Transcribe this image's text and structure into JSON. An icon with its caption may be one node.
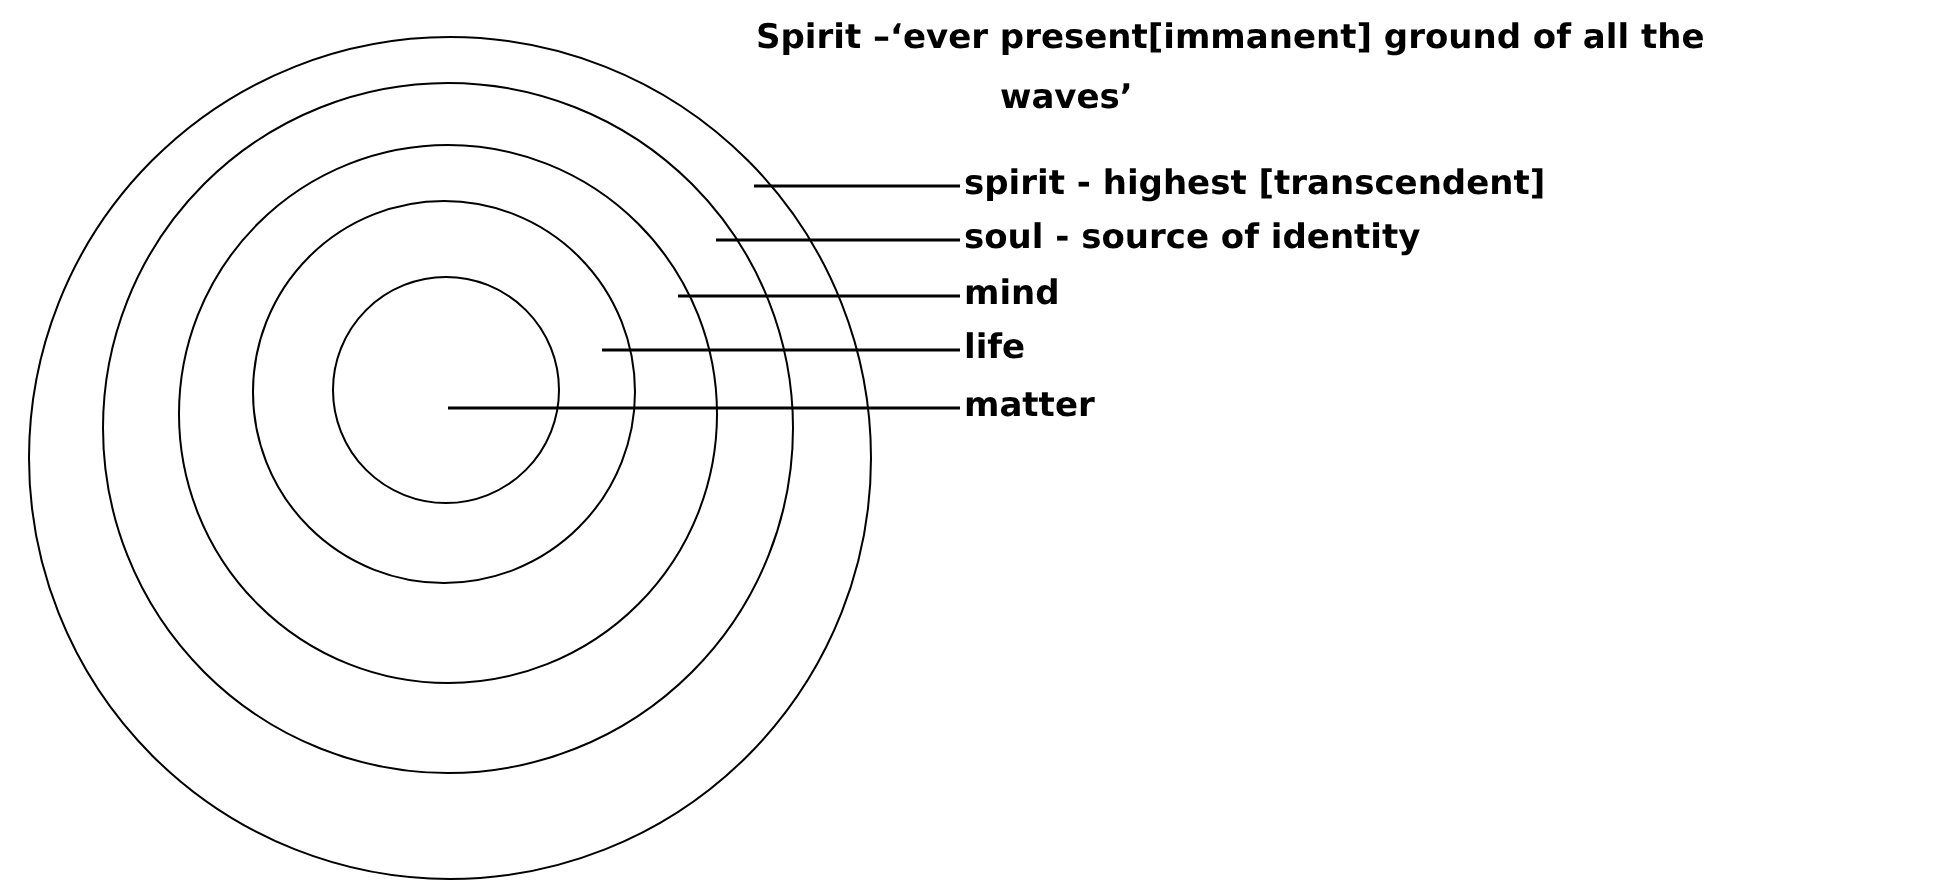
{
  "diagram": {
    "nodes": [
      {
        "text": [],
        "shape": "circle"
      },
      {
        "text": [],
        "shape": "circle",
        "in": 0
      },
      {
        "text": [],
        "shape": "circle",
        "in": 1
      },
      {
        "text": [],
        "shape": "circle",
        "in": 2
      },
      {
        "text": [],
        "shape": "circle",
        "in": 3
      },
      {
        "text": [
          "spirit - highest [transcendent]"
        ]
      },
      {
        "text": [
          "soul - source of identity"
        ]
      },
      {
        "text": [
          "mind"
        ]
      },
      {
        "text": [
          "life"
        ]
      },
      {
        "text": [
          "matter"
        ]
      }
    ],
    "edges": [
      {
        "from": 5,
        "to": 0,
        "arrow": "none"
      },
      {
        "from": 6,
        "to": 1,
        "arrow": "none"
      },
      {
        "from": 7,
        "to": 2,
        "arrow": "none"
      },
      {
        "from": 8,
        "to": 3,
        "arrow": "none"
      },
      {
        "from": 9,
        "to": 4,
        "arrow": "none"
      }
    ],
    "labels": [
      "Spirit –‘ever present[immanent] ground of all the waves’"
    ]
  }
}
